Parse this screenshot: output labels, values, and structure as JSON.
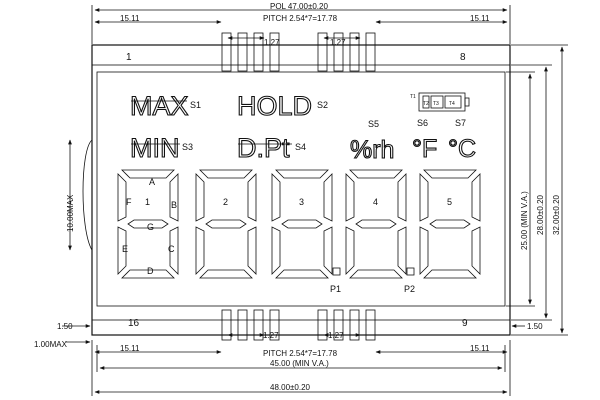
{
  "dimensions": {
    "polarizer_width": "POL 47.00±0.20",
    "left_offset": "15.11",
    "right_offset": "15.11",
    "pin_pitch": "PITCH 2.54*7=17.78",
    "pin_width": "1.27",
    "viewing_area_width": "45.00 (MIN V.A.)",
    "outline_width": "48.00±0.20",
    "viewing_area_height": "25.00 (MIN V.A.)",
    "glass_height": "28.00±0.20",
    "outline_height": "32.00±0.20",
    "pin_side_height": "10.00MAX",
    "edge_gap": "1.50",
    "edge_max": "1.00MAX"
  },
  "pins": {
    "top_left": "1",
    "top_right": "8",
    "bottom_left": "16",
    "bottom_right": "9"
  },
  "annunciators": {
    "max": "MAX",
    "max_seg": "S1",
    "hold": "HOLD",
    "hold_seg": "S2",
    "min": "MIN",
    "min_seg": "S3",
    "dpt": "D.Pt",
    "dpt_seg": "S4",
    "percent_rh": "%rh",
    "percent_rh_seg": "S5",
    "fahrenheit": "°F",
    "fahrenheit_seg": "S6",
    "celsius": "°C",
    "celsius_seg": "S7"
  },
  "battery": {
    "t1": "T1",
    "t2": "T2",
    "t3": "T3",
    "t4": "T4"
  },
  "digits": [
    "1",
    "2",
    "3",
    "4",
    "5"
  ],
  "segments": [
    "A",
    "B",
    "C",
    "D",
    "E",
    "F",
    "G"
  ],
  "decimal_points": [
    "P1",
    "P2"
  ]
}
